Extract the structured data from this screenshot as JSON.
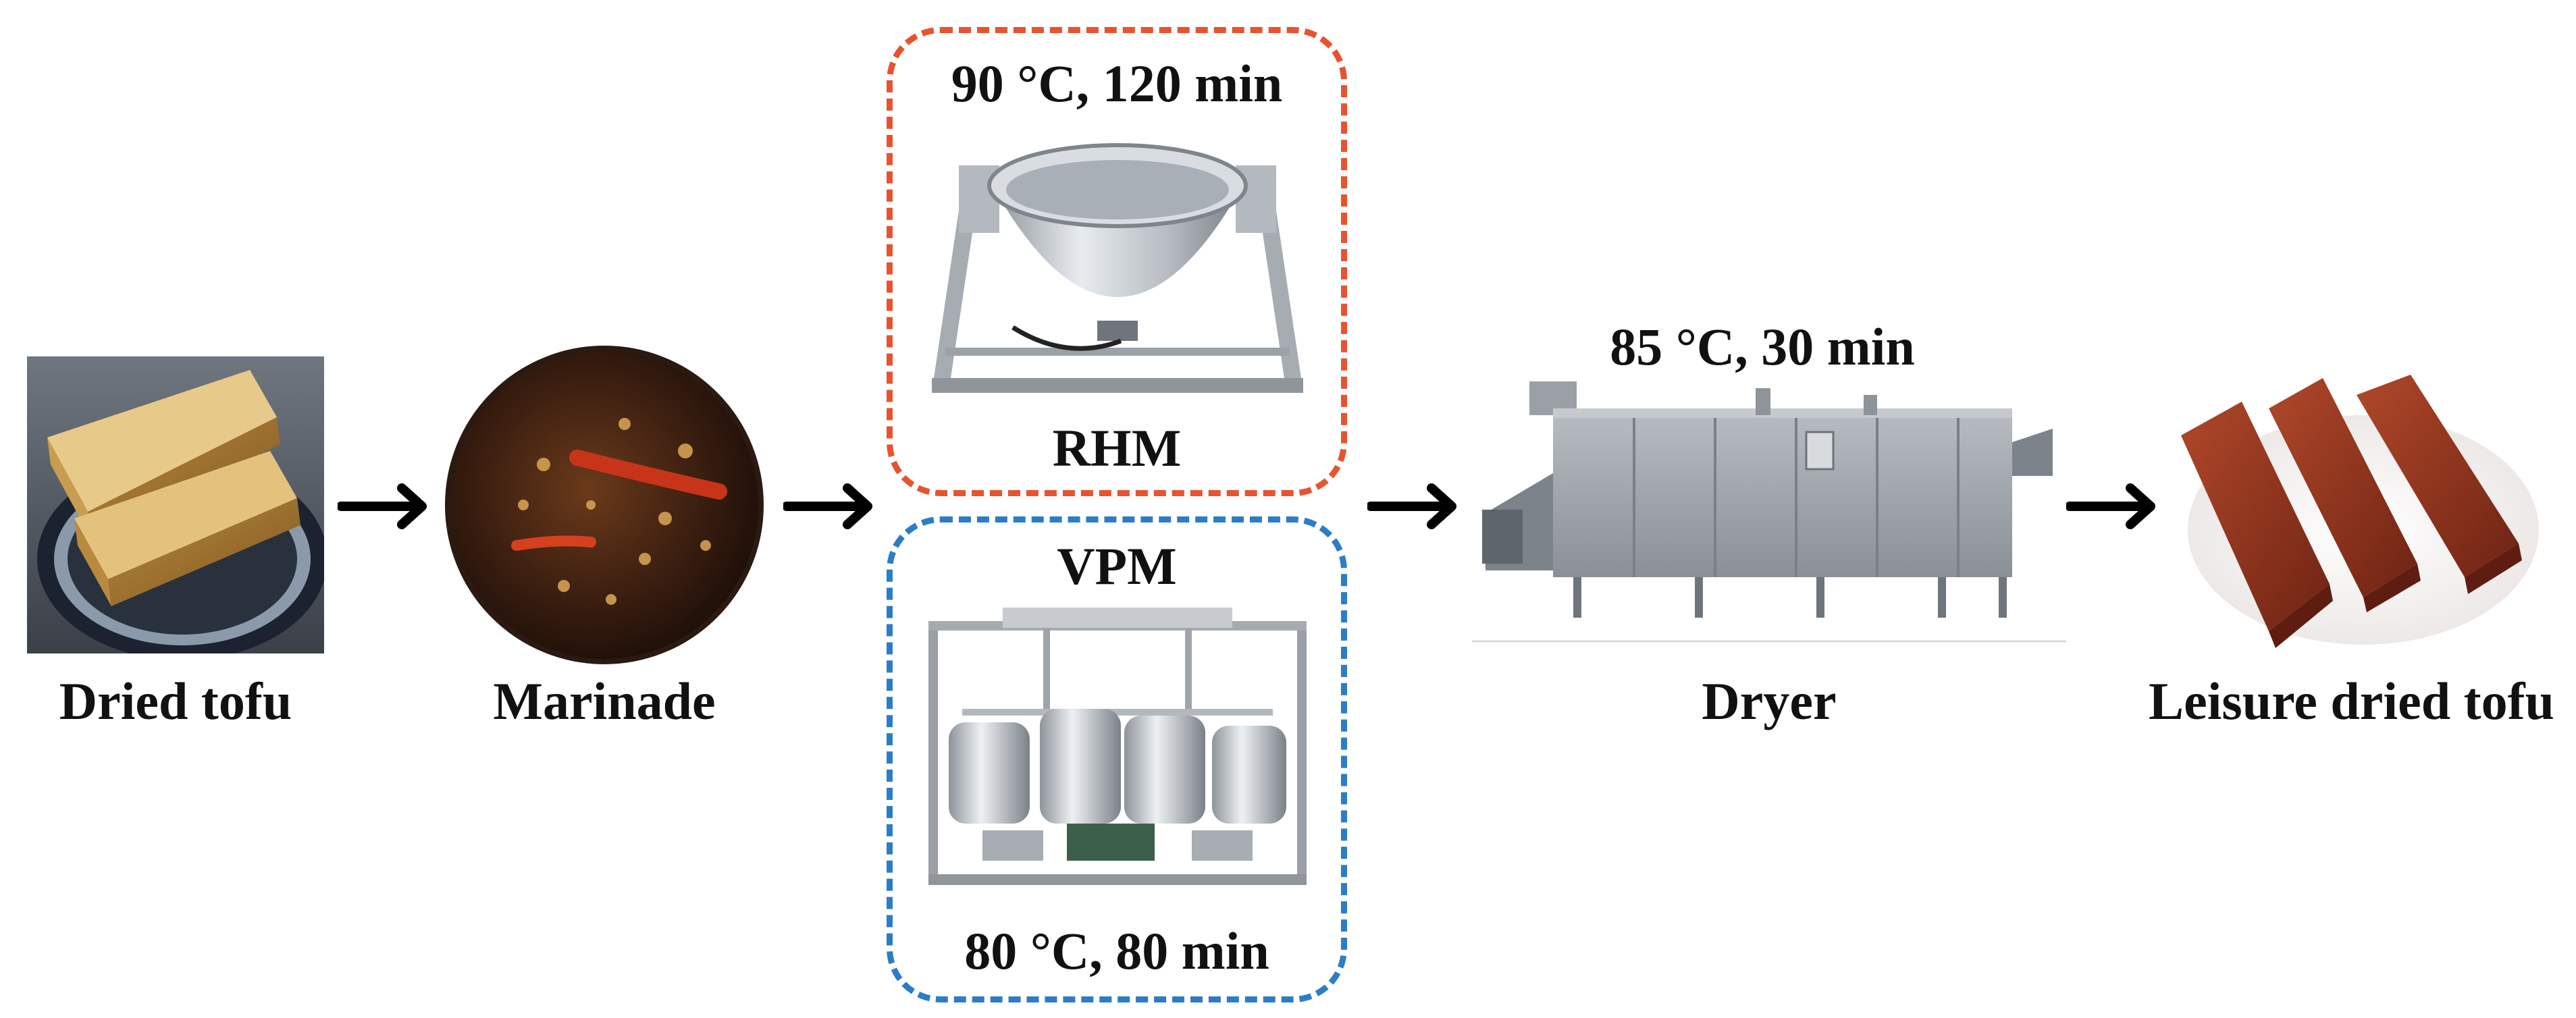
{
  "steps": {
    "dried_tofu": "Dried tofu",
    "marinade": "Marinade",
    "dryer": "Dryer",
    "leisure_tofu": "Leisure dried tofu"
  },
  "rhm": {
    "name": "RHM",
    "condition": "90 °C, 120 min",
    "border_color": "#e8532f"
  },
  "vpm": {
    "name": "VPM",
    "condition": "80 °C, 80 min",
    "border_color": "#2c7dc8"
  },
  "dryer_condition": "85 °C, 30 min"
}
